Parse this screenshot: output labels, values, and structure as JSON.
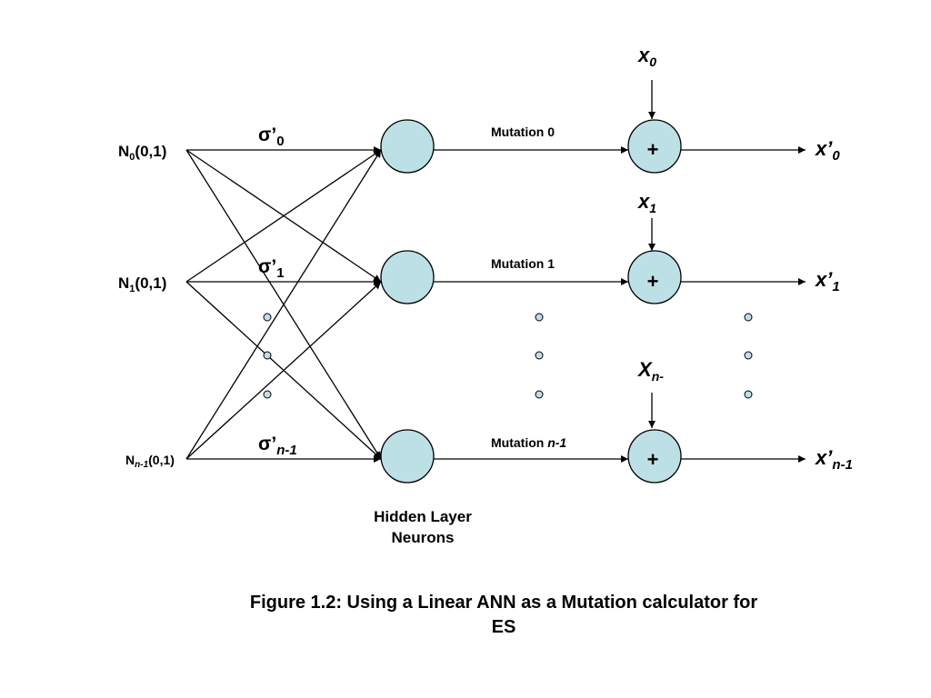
{
  "inputs": [
    {
      "base": "N",
      "sub": "0",
      "suffix": "(0,1)"
    },
    {
      "base": "N",
      "sub": "1",
      "suffix": "(0,1)"
    },
    {
      "base": "N",
      "sub": "n-1",
      "suffix": "(0,1)"
    }
  ],
  "sigmas": [
    {
      "base": "σ’",
      "sub": "0"
    },
    {
      "base": "σ’",
      "sub": "1"
    },
    {
      "base": "σ’",
      "sub": "n-1"
    }
  ],
  "mutations": [
    {
      "prefix": "Mutation ",
      "index": "0"
    },
    {
      "prefix": "Mutation ",
      "index": "1"
    },
    {
      "prefix": "Mutation ",
      "index": "n-1"
    }
  ],
  "x_inputs": [
    {
      "base": "x",
      "sub": "0"
    },
    {
      "base": "x",
      "sub": "1"
    },
    {
      "base": "X",
      "sub": "n-"
    }
  ],
  "outputs": [
    {
      "base": "x’",
      "sub": "0"
    },
    {
      "base": "x’",
      "sub": "1"
    },
    {
      "base": "x’",
      "sub": "n-1"
    }
  ],
  "adder_symbol": "+",
  "hidden_label": [
    "Hidden Layer",
    "Neurons"
  ],
  "caption": "Figure 1.2: Using a Linear ANN as a Mutation calculator for ES",
  "colors": {
    "node_fill": "#bde0e6",
    "stroke": "#000000"
  }
}
